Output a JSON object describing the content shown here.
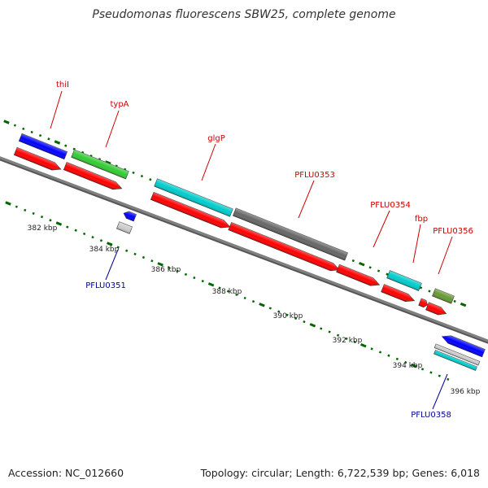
{
  "title": "Pseudomonas fluorescens SBW25, complete genome",
  "accession": "Accession: NC_012660",
  "summary": "Topology: circular; Length: 6,722,539 bp; Genes: 6,018",
  "colors": {
    "gene_forward_label": "#cc0000",
    "gene_reverse_label": "#000099",
    "cds": "#ff0000",
    "blue": "#0000ff",
    "green": "#33cc33",
    "cyan": "#00cccc",
    "gray": "#666666",
    "light_gray": "#cccccc",
    "olive": "#669933",
    "tick": "#006600",
    "backbone": "#808080"
  },
  "kbp_labels": [
    "382 kbp",
    "384 kbp",
    "386 kbp",
    "388 kbp",
    "390 kbp",
    "392 kbp",
    "394 kbp",
    "396 kbp"
  ],
  "gene_labels": {
    "thil": "thiI",
    "typA": "typA",
    "glgP": "glgP",
    "pflu0353": "PFLU0353",
    "pflu0354": "PFLU0354",
    "fbp": "fbp",
    "pflu0356": "PFLU0356",
    "pflu0351": "PFLU0351",
    "pflu0358": "PFLU0358"
  }
}
